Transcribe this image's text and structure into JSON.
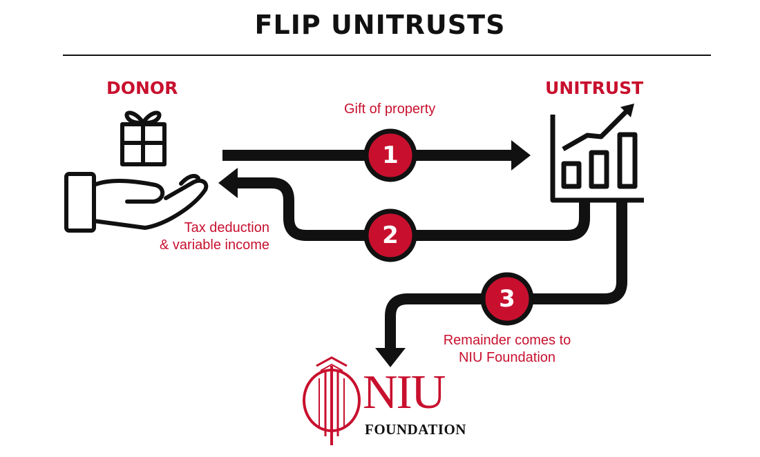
{
  "title": "FLIP UNITRUSTS",
  "nodes": {
    "donor": {
      "label": "DONOR"
    },
    "unitrust": {
      "label": "UNITRUST"
    }
  },
  "steps": [
    {
      "number": "1",
      "label": "Gift of property"
    },
    {
      "number": "2",
      "label_line1": "Tax deduction",
      "label_line2": "& variable income"
    },
    {
      "number": "3",
      "label_line1": "Remainder comes to",
      "label_line2": "NIU Foundation"
    }
  ],
  "logo": {
    "name": "NIU",
    "subtitle": "FOUNDATION"
  },
  "icons": [
    "gift-icon",
    "hand-icon",
    "growth-chart-icon",
    "niu-logo-mark"
  ],
  "colors": {
    "accent": "#c8102e",
    "ink": "#111111",
    "background": "#ffffff"
  }
}
